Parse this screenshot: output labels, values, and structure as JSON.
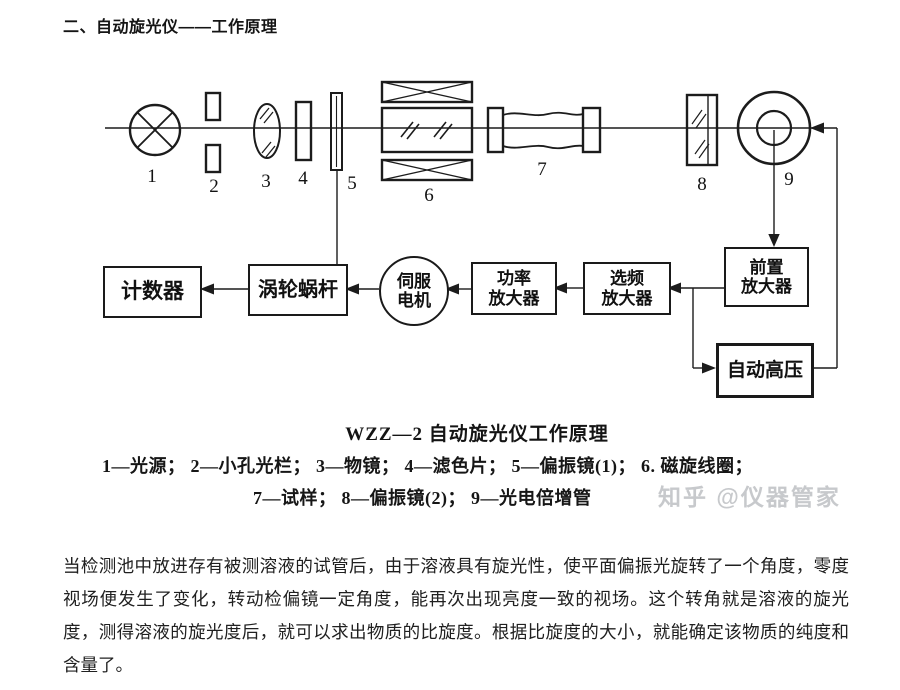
{
  "page": {
    "title": "二、自动旋光仪——工作原理"
  },
  "diagram": {
    "component_numbers": [
      "1",
      "2",
      "3",
      "4",
      "5",
      "6",
      "7",
      "8",
      "9"
    ],
    "boxes": {
      "counter": "计数器",
      "worm_gear": "涡轮蜗杆",
      "servo_line1": "伺服",
      "servo_line2": "电机",
      "power_line1": "功率",
      "power_line2": "放大器",
      "freq_line1": "选频",
      "freq_line2": "放大器",
      "preamp_line1": "前置",
      "preamp_line2": "放大器",
      "auto_hv": "自动高压"
    },
    "caption": "WZZ—2 自动旋光仪工作原理",
    "legend_line1": "1—光源； 2—小孔光栏； 3—物镜； 4—滤色片； 5—偏振镜(1)； 6. 磁旋线圈；",
    "legend_line2": "7—试样； 8—偏振镜(2)； 9—光电倍增管"
  },
  "watermark": "知乎 @仪器管家",
  "body_paragraph": "当检测池中放进存有被测溶液的试管后，由于溶液具有旋光性，使平面偏振光旋转了一个角度，零度视场便发生了变化，转动检偏镜一定角度，能再次出现亮度一致的视场。这个转角就是溶液的旋光度，测得溶液的旋光度后，就可以求出物质的比旋度。根据比旋度的大小，就能确定该物质的纯度和含量了。",
  "colors": {
    "line": "#1c1c1c",
    "text": "#202020",
    "watermark": "#c7c9cc"
  }
}
